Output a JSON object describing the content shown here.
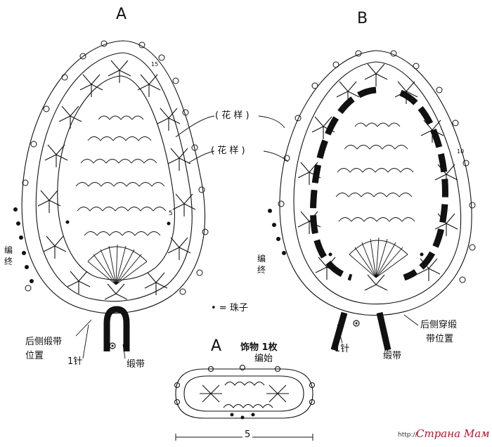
{
  "labels": {
    "heading_a": "A",
    "heading_b": "B",
    "heading_small_a": "A",
    "pattern_label_1": "( 花 样 )",
    "pattern_label_2": "( 花 样 )",
    "bead_legend": "• = 珠子",
    "finish_a": "编终",
    "finish_b": "编终",
    "ribbon_position_a_l1": "后侧缎带",
    "ribbon_position_a_l2": "位置",
    "ribbon_position_b_l1": "后侧穿缎",
    "ribbon_position_b_l2": "带位置",
    "one_needle_a": "1针",
    "one_needle_b": "1针",
    "ribbon_a": "缎带",
    "ribbon_b": "缎带",
    "ornament_l1": "饰物  1枚",
    "ornament_l2": "编始",
    "row_num_15": "15",
    "row_num_10": "10",
    "row_num_5": "5",
    "dimension": "5"
  },
  "watermark": {
    "url_text": "http://",
    "brand_text": "Страна Мам"
  },
  "colors": {
    "ink": "#111111",
    "background": "#ffffff",
    "brand": "#b0182a"
  }
}
